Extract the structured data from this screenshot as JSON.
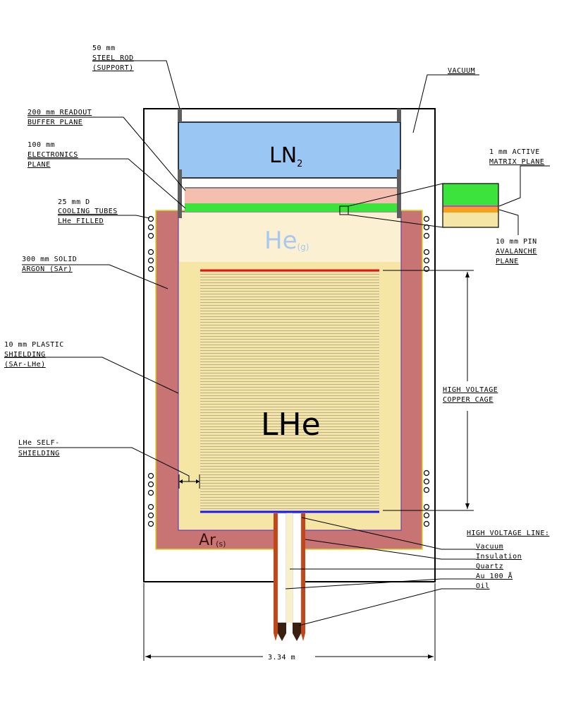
{
  "title": "Liquid helium detector cross-section",
  "labels": {
    "steel_rod": [
      "50 mm",
      "STEEL ROD",
      "(SUPPORT)"
    ],
    "vacuum_top": "VACUUM",
    "readout": [
      "200 mm READOUT",
      "BUFFER PLANE"
    ],
    "electronics": [
      "100 mm",
      "ELECTRONICS",
      "PLANE"
    ],
    "cooling": [
      "25 mm D",
      "COOLING TUBES",
      "LHe FILLED"
    ],
    "solid_argon": [
      "300 mm SOLID",
      "ARGON (SAr)"
    ],
    "plastic": [
      "10 mm PLASTIC",
      "SHIELDING",
      "(SAr-LHe)"
    ],
    "self_shield": [
      "LHe SELF-",
      "SHIELDING"
    ],
    "active_matrix": [
      "1 mm ACTIVE",
      "MATRIX PLANE"
    ],
    "pin_avalanche": [
      "10 mm PIN",
      "AVALANCHE",
      "PLANE"
    ],
    "hv_cage": [
      "HIGH VOLTAGE",
      "COPPER CAGE"
    ],
    "hv_line_title": "HIGH VOLTAGE LINE:",
    "hv_line_items": [
      "Vacuum",
      "Insulation",
      "Quartz",
      "Au 100 Å",
      "Oil"
    ],
    "width_dim": "3.34 m"
  },
  "regions": {
    "ln2": "LN",
    "ln2_sub": "2",
    "he_gas": "He",
    "he_gas_sub": "(g)",
    "lhe": "LHe",
    "ar_solid": "Ar",
    "ar_solid_sub": "(s)"
  },
  "colors": {
    "ln2": "#99c6f3",
    "readout": "#f5bfb0",
    "electronics": "#3de33d",
    "argon": "#c87474",
    "he_gas": "#fbf1d2",
    "lhe": "#f6e6a6",
    "rod": "#5f5f5f",
    "hv_top": "#ee1111",
    "hv_bottom": "#1a1aee",
    "plastic": "#e8e840",
    "tube": "#c04818",
    "quartz": "#f7f0c8"
  }
}
